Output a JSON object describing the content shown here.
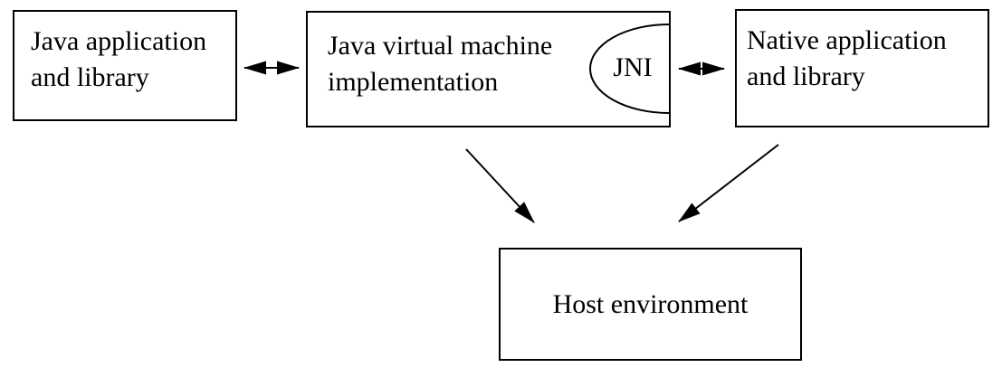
{
  "diagram": {
    "boxes": {
      "java_app": {
        "line1": "Java application",
        "line2": "and library"
      },
      "jvm": {
        "line1": "Java virtual machine",
        "line2": "implementation"
      },
      "native_app": {
        "line1": "Native application",
        "line2": "and library"
      },
      "host": {
        "label": "Host environment"
      }
    },
    "jni_label": "JNI",
    "colors": {
      "line": "#000000",
      "background": "#ffffff",
      "text": "#000000"
    }
  }
}
